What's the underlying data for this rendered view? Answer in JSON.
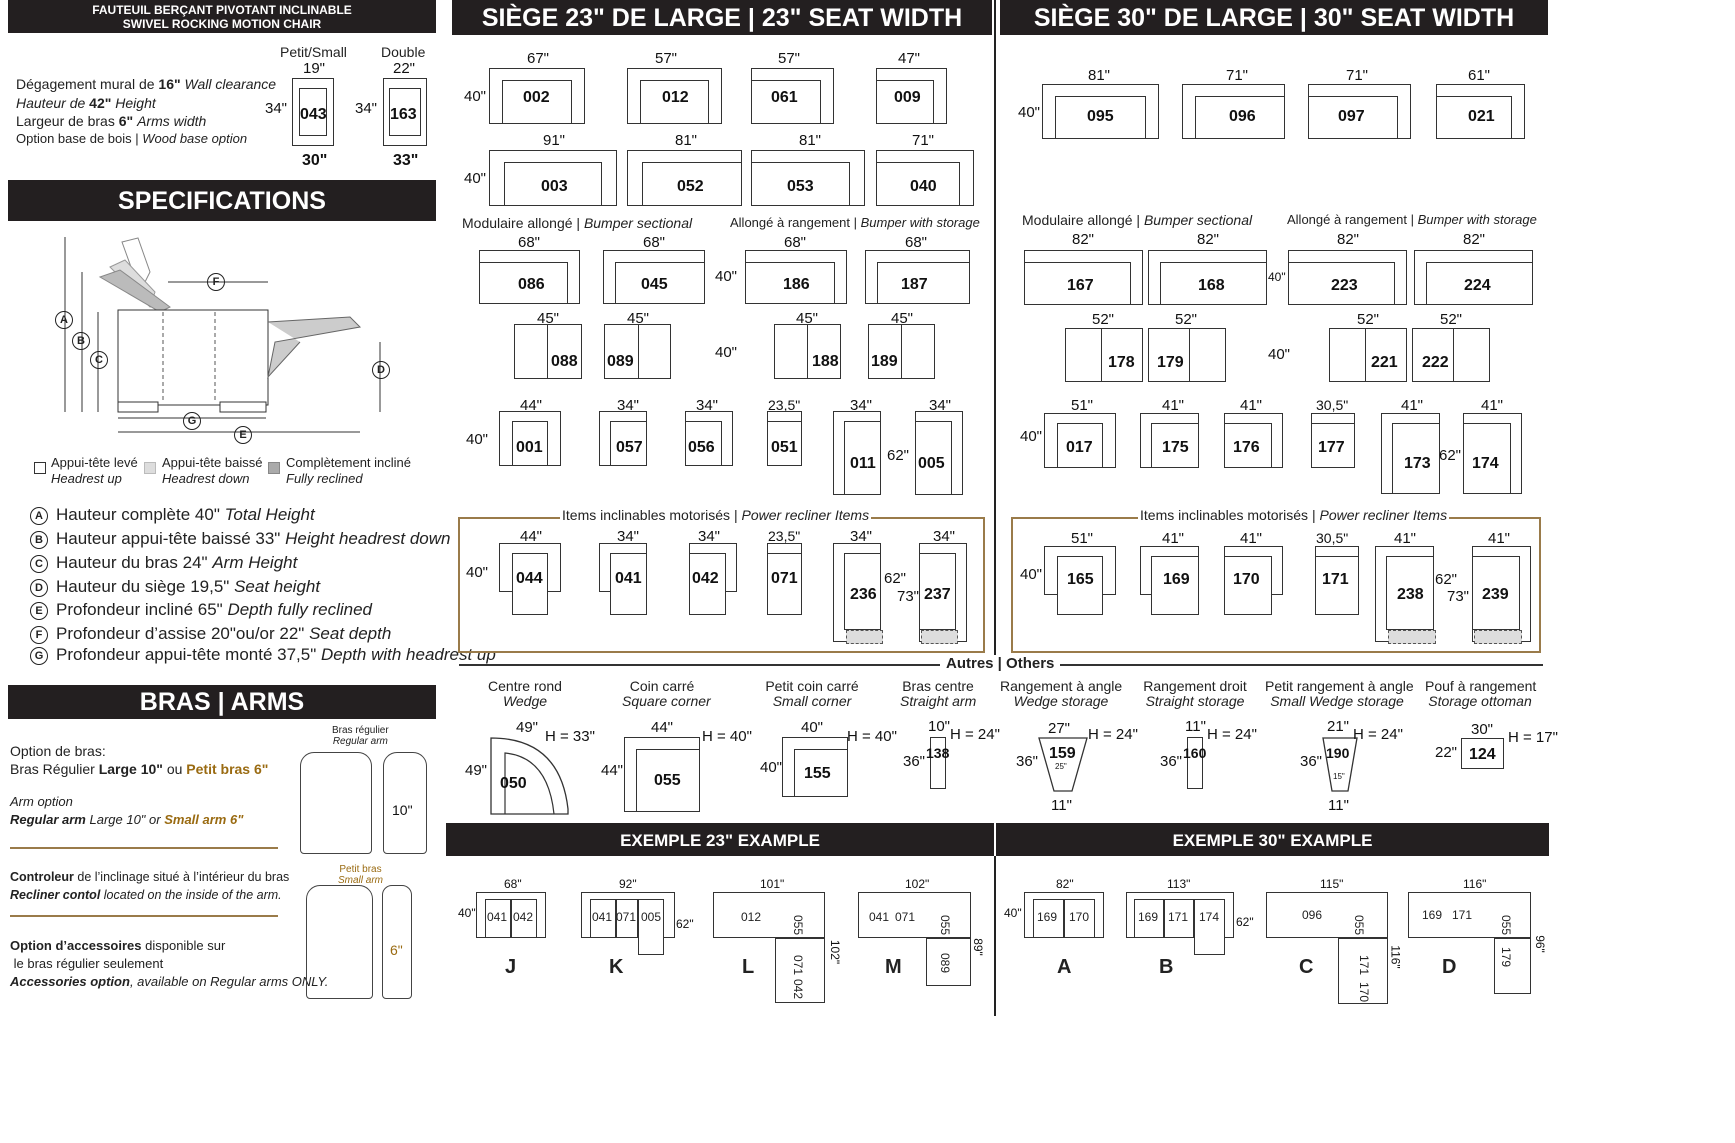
{
  "left": {
    "title_fr": "FAUTEUIL BERÇANT PIVOTANT INCLINABLE",
    "title_en": "SWIVEL ROCKING MOTION CHAIR",
    "wall_clearance": {
      "fr": "Dégagement mural de",
      "val": "16\"",
      "en": "Wall clearance"
    },
    "height": {
      "fr": "Hauteur de",
      "val": "42\"",
      "en": "Height"
    },
    "arms_width": {
      "fr": "Largeur de bras",
      "val": "6\"",
      "en": "Arms width"
    },
    "wood_base": {
      "fr": "Option base de bois |",
      "en": "Wood base option"
    },
    "petit_label": "Petit/Small",
    "double_label": "Double",
    "chair1": {
      "code": "043",
      "top": "19\"",
      "side": "34\"",
      "bottom": "30\""
    },
    "chair2": {
      "code": "163",
      "top": "22\"",
      "side": "34\"",
      "bottom": "33\""
    },
    "specifications": "SPECIFICATIONS",
    "letters": [
      "A",
      "B",
      "C",
      "D",
      "E",
      "F",
      "G"
    ],
    "legend": [
      {
        "fr": "Appui-tête levé",
        "en": "Headrest up"
      },
      {
        "fr": "Appui-tête baissé",
        "en": "Headrest down"
      },
      {
        "fr": "Complètement incliné",
        "en": "Fully reclined"
      }
    ],
    "specs": [
      {
        "k": "A",
        "fr": "Hauteur complète 40\"",
        "en": "Total Height"
      },
      {
        "k": "B",
        "fr": "Hauteur appui-tête baissé 33\"",
        "en": "Height headrest down"
      },
      {
        "k": "C",
        "fr": "Hauteur du bras 24\"",
        "en": "Arm Height"
      },
      {
        "k": "D",
        "fr": "Hauteur du siège 19,5\"",
        "en": "Seat height"
      },
      {
        "k": "E",
        "fr": "Profondeur incliné 65\"",
        "en": "Depth fully reclined"
      },
      {
        "k": "F",
        "fr": "Profondeur d’assise 20\"ou/or 22\"",
        "en": "Seat depth"
      },
      {
        "k": "G",
        "fr": "Profondeur appui-tête monté 37,5\"",
        "en": "Depth with headrest up"
      }
    ],
    "arms_title": "BRAS | ARMS",
    "arm_option_fr": "Option de bras:",
    "arm_option_fr2a": "Bras Régulier ",
    "arm_option_fr2b": "Large 10\"",
    "arm_option_fr2c": " ou ",
    "arm_option_fr2d": "Petit bras 6\"",
    "arm_option_en": "Arm option",
    "arm_option_en2a": "Regular arm",
    "arm_option_en2b": " Large 10\"  or  ",
    "arm_option_en2c": "Small arm 6\"",
    "bras_regulier": "Bras régulier",
    "regular_arm": "Regular arm",
    "petit_bras": "Petit bras",
    "small_arm": "Small arm",
    "arm10": "10\"",
    "arm6": "6\"",
    "controleur_a": "Controleur",
    "controleur_b": " de l’inclinage situé à l’intérieur du bras",
    "recliner_a": "Recliner contol",
    "recliner_b": " located on the inside of the arm.",
    "access_a": "Option d’accessoires",
    "access_b": " disponible sur",
    "access_c": "le bras régulier seulement",
    "access_d": "Accessories option",
    "access_e": ", available on Regular arms ONLY."
  },
  "seat23": {
    "title": "SIÈGE 23\" DE LARGE | 23\" SEAT WIDTH",
    "row1": [
      {
        "w": "67\"",
        "code": "002"
      },
      {
        "w": "57\"",
        "code": "012"
      },
      {
        "w": "57\"",
        "code": "061"
      },
      {
        "w": "47\"",
        "code": "009"
      }
    ],
    "row2": [
      {
        "w": "91\"",
        "code": "003"
      },
      {
        "w": "81\"",
        "code": "052"
      },
      {
        "w": "81\"",
        "code": "053"
      },
      {
        "w": "71\"",
        "code": "040"
      }
    ],
    "h40": "40\"",
    "bumper": {
      "fr": "Modulaire allongé |",
      "en": "Bumper sectional"
    },
    "storage": {
      "fr": "Allongé à rangement |",
      "en": "Bumper with storage"
    },
    "row3": [
      {
        "w": "68\"",
        "code": "086"
      },
      {
        "w": "68\"",
        "code": "045"
      },
      {
        "w": "68\"",
        "code": "186"
      },
      {
        "w": "68\"",
        "code": "187"
      }
    ],
    "row4": [
      {
        "w": "45\"",
        "code": "088"
      },
      {
        "w": "45\"",
        "code": "089"
      },
      {
        "w": "45\"",
        "code": "188"
      },
      {
        "w": "45\"",
        "code": "189"
      }
    ],
    "row5": [
      {
        "w": "44\"",
        "code": "001"
      },
      {
        "w": "34\"",
        "code": "057"
      },
      {
        "w": "34\"",
        "code": "056"
      },
      {
        "w": "23,5\"",
        "code": "051"
      },
      {
        "w": "34\"",
        "code": "011"
      },
      {
        "w": "34\"",
        "code": "005"
      }
    ],
    "h62": "62\"",
    "power": {
      "fr": "Items inclinables motorisés |",
      "en": "Power recliner Items"
    },
    "row6": [
      {
        "w": "44\"",
        "code": "044"
      },
      {
        "w": "34\"",
        "code": "041"
      },
      {
        "w": "34\"",
        "code": "042"
      },
      {
        "w": "23,5\"",
        "code": "071"
      },
      {
        "w": "34\"",
        "code": "236"
      },
      {
        "w": "34\"",
        "code": "237"
      }
    ],
    "h73": "73\""
  },
  "seat30": {
    "title": "SIÈGE 30\" DE LARGE | 30\" SEAT WIDTH",
    "row1": [
      {
        "w": "81\"",
        "code": "095"
      },
      {
        "w": "71\"",
        "code": "096"
      },
      {
        "w": "71\"",
        "code": "097"
      },
      {
        "w": "61\"",
        "code": "021"
      }
    ],
    "bumper": {
      "fr": "Modulaire allongé |",
      "en": "Bumper sectional"
    },
    "storage": {
      "fr": "Allongé à rangement |",
      "en": "Bumper with storage"
    },
    "row3": [
      {
        "w": "82\"",
        "code": "167"
      },
      {
        "w": "82\"",
        "code": "168"
      },
      {
        "w": "82\"",
        "code": "223"
      },
      {
        "w": "82\"",
        "code": "224"
      }
    ],
    "row4": [
      {
        "w": "52\"",
        "code": "178"
      },
      {
        "w": "52\"",
        "code": "179"
      },
      {
        "w": "52\"",
        "code": "221"
      },
      {
        "w": "52\"",
        "code": "222"
      }
    ],
    "row5": [
      {
        "w": "51\"",
        "code": "017"
      },
      {
        "w": "41\"",
        "code": "175"
      },
      {
        "w": "41\"",
        "code": "176"
      },
      {
        "w": "30,5\"",
        "code": "177"
      },
      {
        "w": "41\"",
        "code": "173"
      },
      {
        "w": "41\"",
        "code": "174"
      }
    ],
    "power": {
      "fr": "Items inclinables motorisés |",
      "en": "Power recliner Items"
    },
    "row6": [
      {
        "w": "51\"",
        "code": "165"
      },
      {
        "w": "41\"",
        "code": "169"
      },
      {
        "w": "41\"",
        "code": "170"
      },
      {
        "w": "30,5\"",
        "code": "171"
      },
      {
        "w": "41\"",
        "code": "238"
      },
      {
        "w": "41\"",
        "code": "239"
      }
    ]
  },
  "others": {
    "title": "Autres | Others",
    "items": [
      {
        "fr": "Centre rond",
        "en": "Wedge",
        "code": "050",
        "w": "49\"",
        "side": "49\"",
        "h": "H = 33\""
      },
      {
        "fr": "Coin carré",
        "en": "Square corner",
        "code": "055",
        "w": "44\"",
        "side": "44\"",
        "h": "H = 40\""
      },
      {
        "fr": "Petit coin carré",
        "en": "Small corner",
        "code": "155",
        "w": "40\"",
        "side": "40\"",
        "h": "H = 40\""
      },
      {
        "fr": "Bras centre",
        "en": "Straight arm",
        "code": "138",
        "w": "10\"",
        "side": "36\"",
        "h": "H = 24\""
      },
      {
        "fr": "Rangement à angle",
        "en": "Wedge storage",
        "code": "159",
        "w": "27\"",
        "side": "36\"",
        "h": "H = 24\"",
        "bottom": "11\"",
        "inner": "25\""
      },
      {
        "fr": "Rangement droit",
        "en": "Straight storage",
        "code": "160",
        "w": "11\"",
        "side": "36\"",
        "h": "H = 24\""
      },
      {
        "fr": "Petit rangement à angle",
        "en": "Small Wedge storage",
        "code": "190",
        "w": "21\"",
        "side": "36\"",
        "h": "H = 24\"",
        "bottom": "11\"",
        "inner": "15\""
      },
      {
        "fr": "Pouf à rangement",
        "en": "Storage ottoman",
        "code": "124",
        "w": "30\"",
        "side": "22\"",
        "h": "H = 17\""
      }
    ]
  },
  "examples": {
    "ex23_title": "EXEMPLE  23\" EXAMPLE",
    "ex30_title": "EXEMPLE  30\" EXAMPLE",
    "J": {
      "label": "J",
      "w": "68\"",
      "h": "40\"",
      "codes": [
        "041",
        "042"
      ]
    },
    "K": {
      "label": "K",
      "w": "92\"",
      "h": "62\"",
      "codes": [
        "041",
        "071",
        "005"
      ]
    },
    "L": {
      "label": "L",
      "w": "101\"",
      "h": "102\"",
      "codes": [
        "012",
        "055",
        "071",
        "042"
      ]
    },
    "M": {
      "label": "M",
      "w": "102\"",
      "h": "89\"",
      "codes": [
        "041",
        "071",
        "055",
        "089"
      ]
    },
    "A": {
      "label": "A",
      "w": "82\"",
      "h": "40\"",
      "codes": [
        "169",
        "170"
      ]
    },
    "B": {
      "label": "B",
      "w": "113\"",
      "h": "62\"",
      "codes": [
        "169",
        "171",
        "174"
      ]
    },
    "C": {
      "label": "C",
      "w": "115\"",
      "h": "116\"",
      "codes": [
        "096",
        "055",
        "171",
        "170"
      ]
    },
    "D": {
      "label": "D",
      "w": "116\"",
      "h": "96\"",
      "codes": [
        "169",
        "171",
        "055",
        "179"
      ]
    }
  }
}
